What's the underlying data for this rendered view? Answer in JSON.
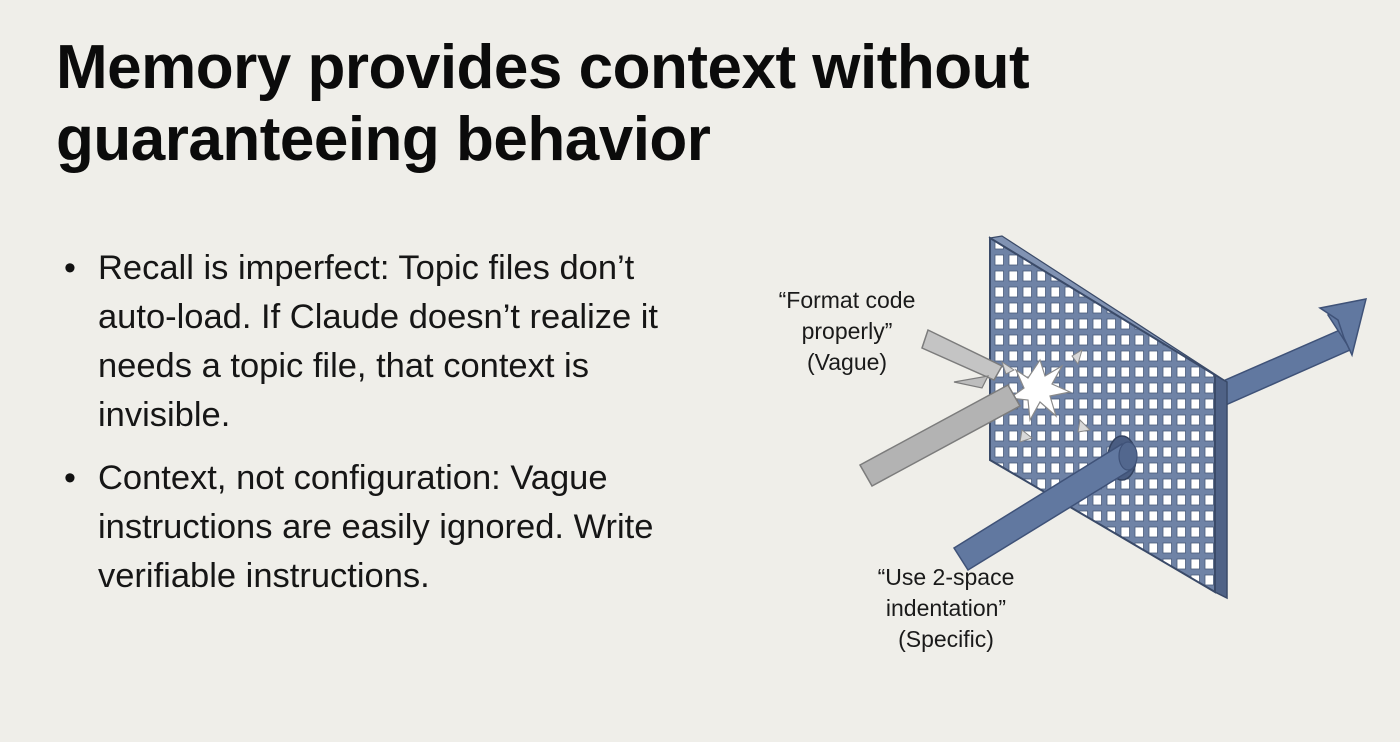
{
  "slide": {
    "title": "Memory provides context without guaranteeing behavior",
    "bullets": [
      {
        "lead": "Recall is imperfect:",
        "text": " Topic files don’t auto-load. If Claude doesn’t realize it needs a topic file, that context is invisible."
      },
      {
        "lead": "Context, not configuration:",
        "text": " Vague instructions are easily ignored. Write verifiable instructions."
      }
    ]
  },
  "illustration": {
    "vague_label": {
      "line1": "“Format code",
      "line2": "properly”",
      "line3": "(Vague)"
    },
    "specific_label": {
      "line1": "“Use 2-space",
      "line2": "indentation”",
      "line3": "(Specific)"
    },
    "colors": {
      "background": "#efeee9",
      "mesh_blue": "#6f83a6",
      "arrow_blue": "#6178a0",
      "vague_arrow_gray": "#b3b3b3"
    },
    "icons": [
      "mesh-filter",
      "vague-arrow",
      "specific-arrow",
      "shatter-burst"
    ]
  }
}
